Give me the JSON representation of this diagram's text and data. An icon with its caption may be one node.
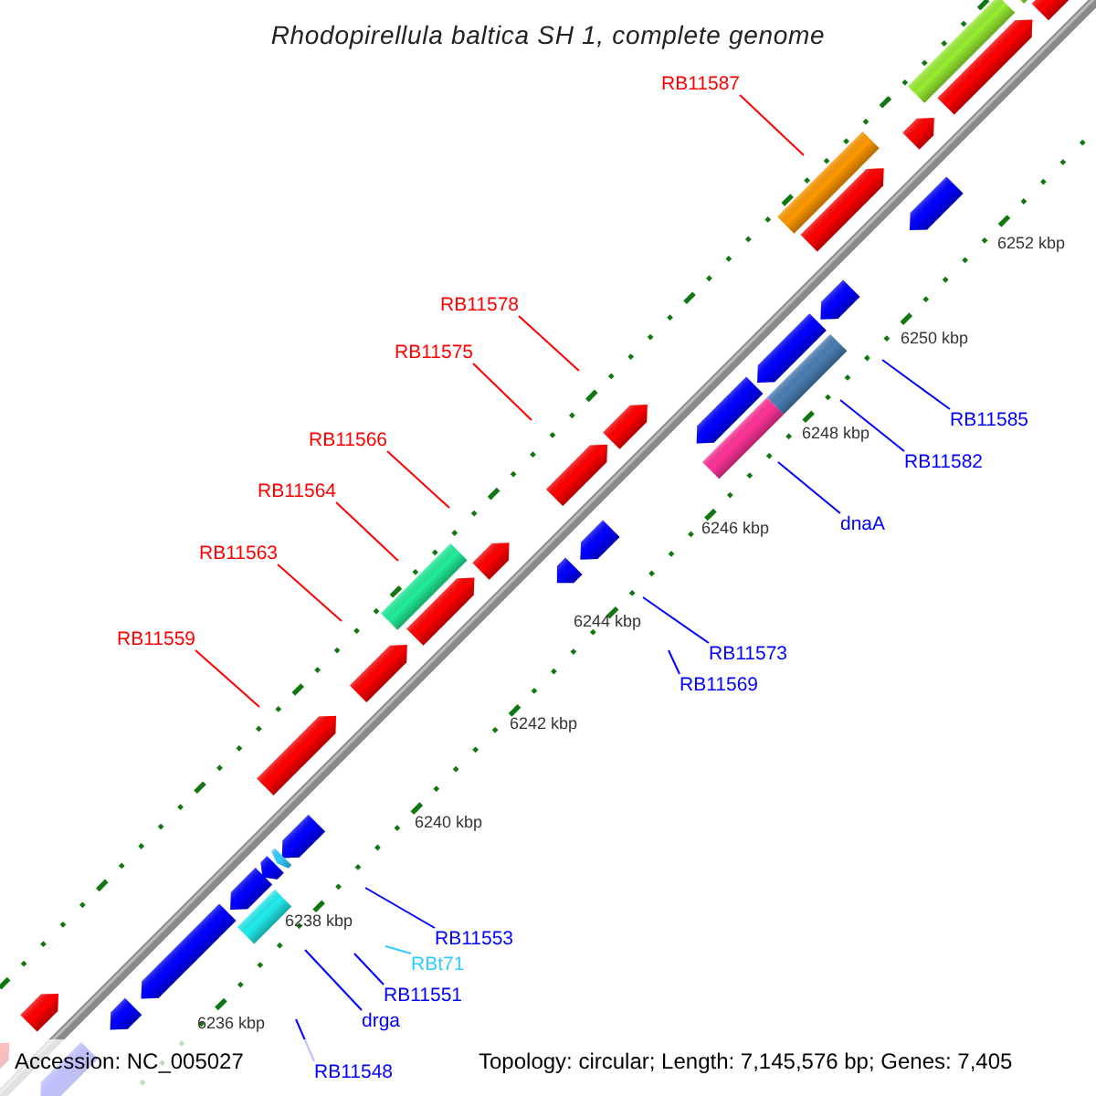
{
  "diagram": {
    "title": "Rhodopirellula baltica SH 1, complete genome",
    "nodes": [
      {
        "text": [
          "RB11587"
        ]
      },
      {
        "text": [
          "RB11578"
        ]
      },
      {
        "text": [
          "RB11575"
        ]
      },
      {
        "text": [
          "RB11585"
        ]
      },
      {
        "text": [
          "RB11582"
        ]
      },
      {
        "text": [
          "RB11566"
        ]
      },
      {
        "text": [
          "RB11564"
        ]
      },
      {
        "text": [
          "dnaA"
        ]
      },
      {
        "text": [
          "RB11563"
        ]
      },
      {
        "text": [
          "RB11559"
        ]
      },
      {
        "text": [
          "RB11573"
        ]
      },
      {
        "text": [
          "RB11569"
        ]
      },
      {
        "text": [
          "RB11553"
        ]
      },
      {
        "text": [
          "RBt71"
        ]
      },
      {
        "text": [
          "RB11551"
        ]
      },
      {
        "text": [
          "drga"
        ]
      },
      {
        "text": [
          "RB11548"
        ]
      }
    ],
    "edges": [
      {
        "from": 0,
        "to": null,
        "arrow": "none",
        "color": "#ff0000"
      },
      {
        "from": 1,
        "to": null,
        "arrow": "none",
        "color": "#ff0000"
      },
      {
        "from": 2,
        "to": null,
        "arrow": "none",
        "color": "#ff0000"
      },
      {
        "from": 3,
        "to": null,
        "arrow": "none"
      },
      {
        "from": 4,
        "to": null,
        "arrow": "none"
      },
      {
        "from": 5,
        "to": null,
        "arrow": "none",
        "color": "#ff0000"
      },
      {
        "from": 6,
        "to": null,
        "arrow": "none",
        "color": "#ff0000"
      },
      {
        "from": 7,
        "to": null,
        "arrow": "none"
      },
      {
        "from": 8,
        "to": null,
        "arrow": "none",
        "color": "#ff0000"
      },
      {
        "from": 9,
        "to": null,
        "arrow": "none",
        "color": "#ff0000"
      },
      {
        "from": 10,
        "to": null,
        "arrow": "none"
      },
      {
        "from": 11,
        "to": null,
        "arrow": "none"
      },
      {
        "from": 12,
        "to": null,
        "arrow": "none"
      },
      {
        "from": 13,
        "to": null,
        "arrow": "none",
        "color": "#33ccff"
      },
      {
        "from": 14,
        "to": null,
        "arrow": "none"
      },
      {
        "from": 15,
        "to": null,
        "arrow": "none"
      },
      {
        "from": 16,
        "to": null,
        "arrow": "none"
      }
    ],
    "labels": [
      "6252 kbp",
      "6250 kbp",
      "6248 kbp",
      "6246 kbp",
      "6244 kbp",
      "6242 kbp",
      "6240 kbp",
      "6238 kbp",
      "6236 kbp",
      "Accession: NC_005027",
      "Topology: circular; Length: 7,145,576 bp; Genes: 7,405"
    ]
  }
}
